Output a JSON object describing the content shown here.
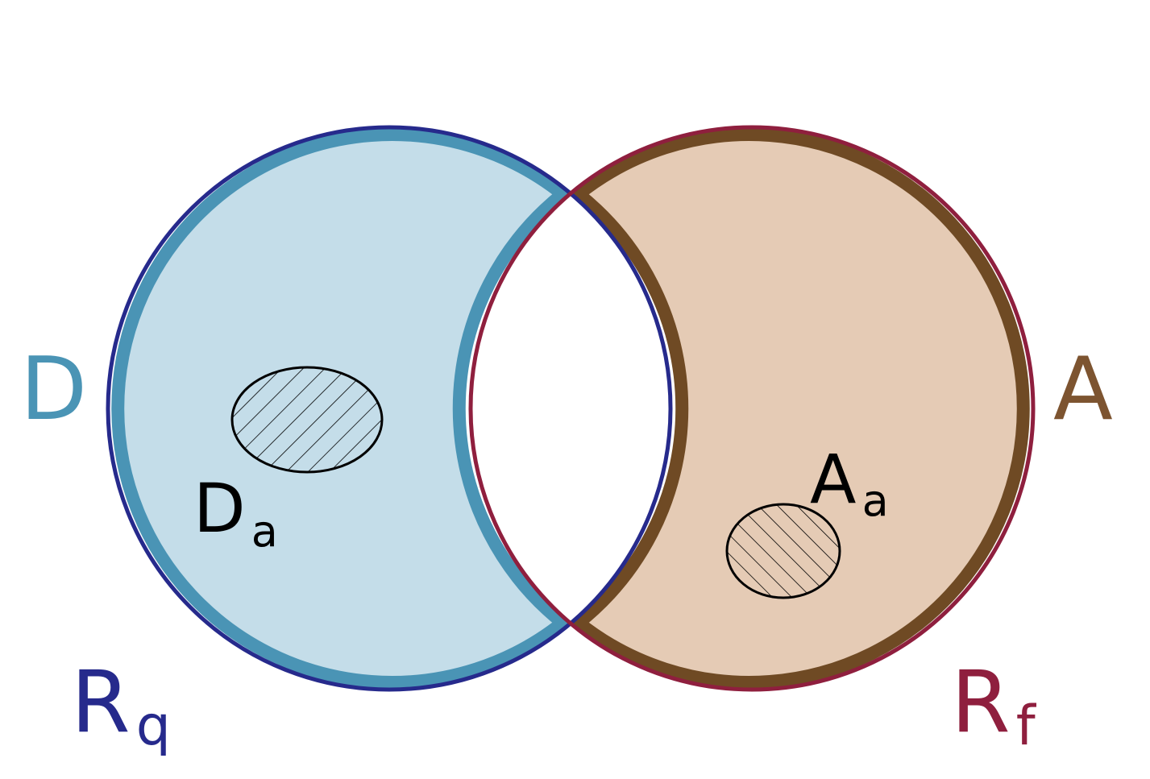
{
  "diagram": {
    "labels": {
      "d": {
        "main": "D",
        "color": "#4a94b5"
      },
      "a": {
        "main": "A",
        "color": "#7d5430"
      },
      "da": {
        "main": "D",
        "sub": "a",
        "color": "#000000"
      },
      "aa": {
        "main": "A",
        "sub": "a",
        "color": "#000000"
      },
      "rq": {
        "main": "R",
        "sub": "q",
        "color": "#262a8c"
      },
      "rf": {
        "main": "R",
        "sub": "f",
        "color": "#8f1f3e"
      }
    },
    "colors": {
      "d_fill": "#c4dde9",
      "d_stroke": "#4a94b5",
      "a_fill": "#e5cbb5",
      "a_stroke": "#6f4a24",
      "rq_stroke": "#262a8c",
      "rf_stroke": "#8f1f3e",
      "hatch": "#000000"
    }
  }
}
